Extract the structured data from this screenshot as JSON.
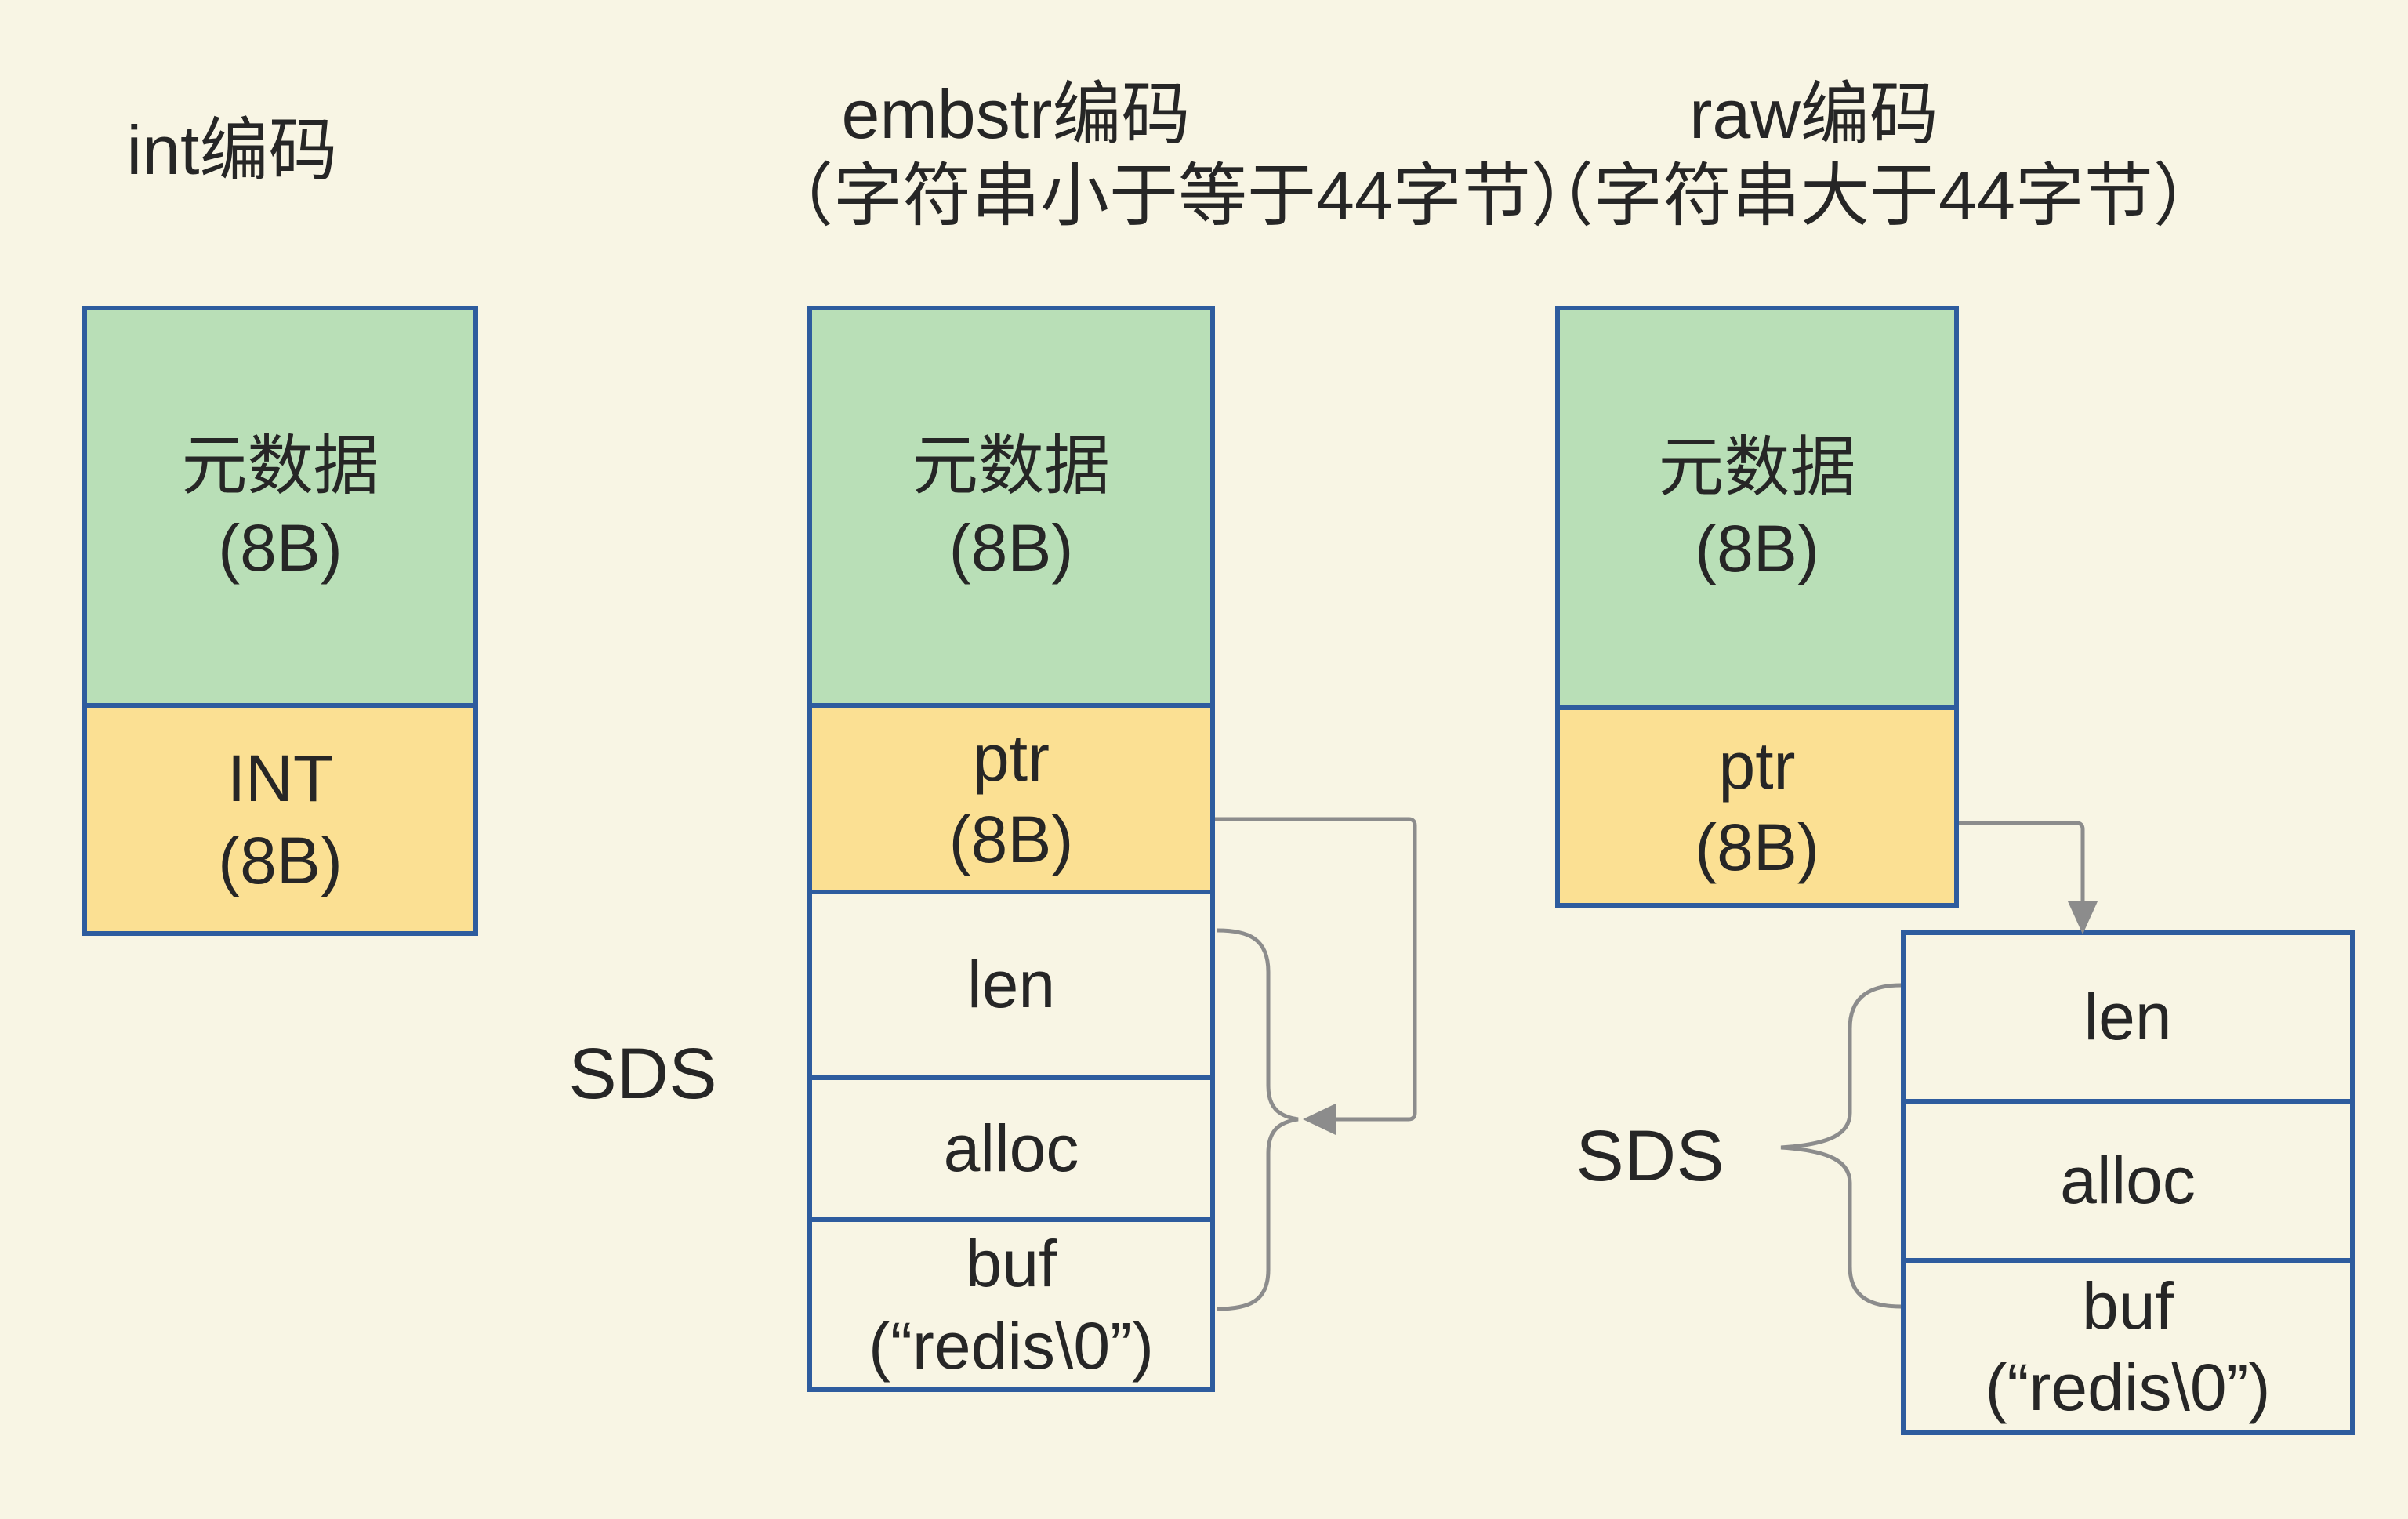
{
  "titles": {
    "int": {
      "line1": "int编码"
    },
    "embstr": {
      "line1": "embstr编码",
      "line2": "（字符串小于等于44字节）"
    },
    "raw": {
      "line1": "raw编码",
      "line2": "（字符串大于44字节）"
    }
  },
  "columns": {
    "int": {
      "metadata_line1": "元数据",
      "metadata_line2": "(8B)",
      "value_line1": "INT",
      "value_line2": "(8B)"
    },
    "embstr": {
      "metadata_line1": "元数据",
      "metadata_line2": "(8B)",
      "ptr_line1": "ptr",
      "ptr_line2": "(8B)",
      "len": "len",
      "alloc": "alloc",
      "buf_line1": "buf",
      "buf_line2": "(“redis\\0”)",
      "sds_label": "SDS"
    },
    "raw": {
      "metadata_line1": "元数据",
      "metadata_line2": "(8B)",
      "ptr_line1": "ptr",
      "ptr_line2": "(8B)",
      "len": "len",
      "alloc": "alloc",
      "buf_line1": "buf",
      "buf_line2": "(“redis\\0”)",
      "sds_label": "SDS"
    }
  },
  "colors": {
    "bg": "#f8f5e4",
    "green": "#b9dfb7",
    "yellow": "#fbe093",
    "blue": "#2e5c9e",
    "gray": "#8c8c8c",
    "ink": "#262626"
  }
}
